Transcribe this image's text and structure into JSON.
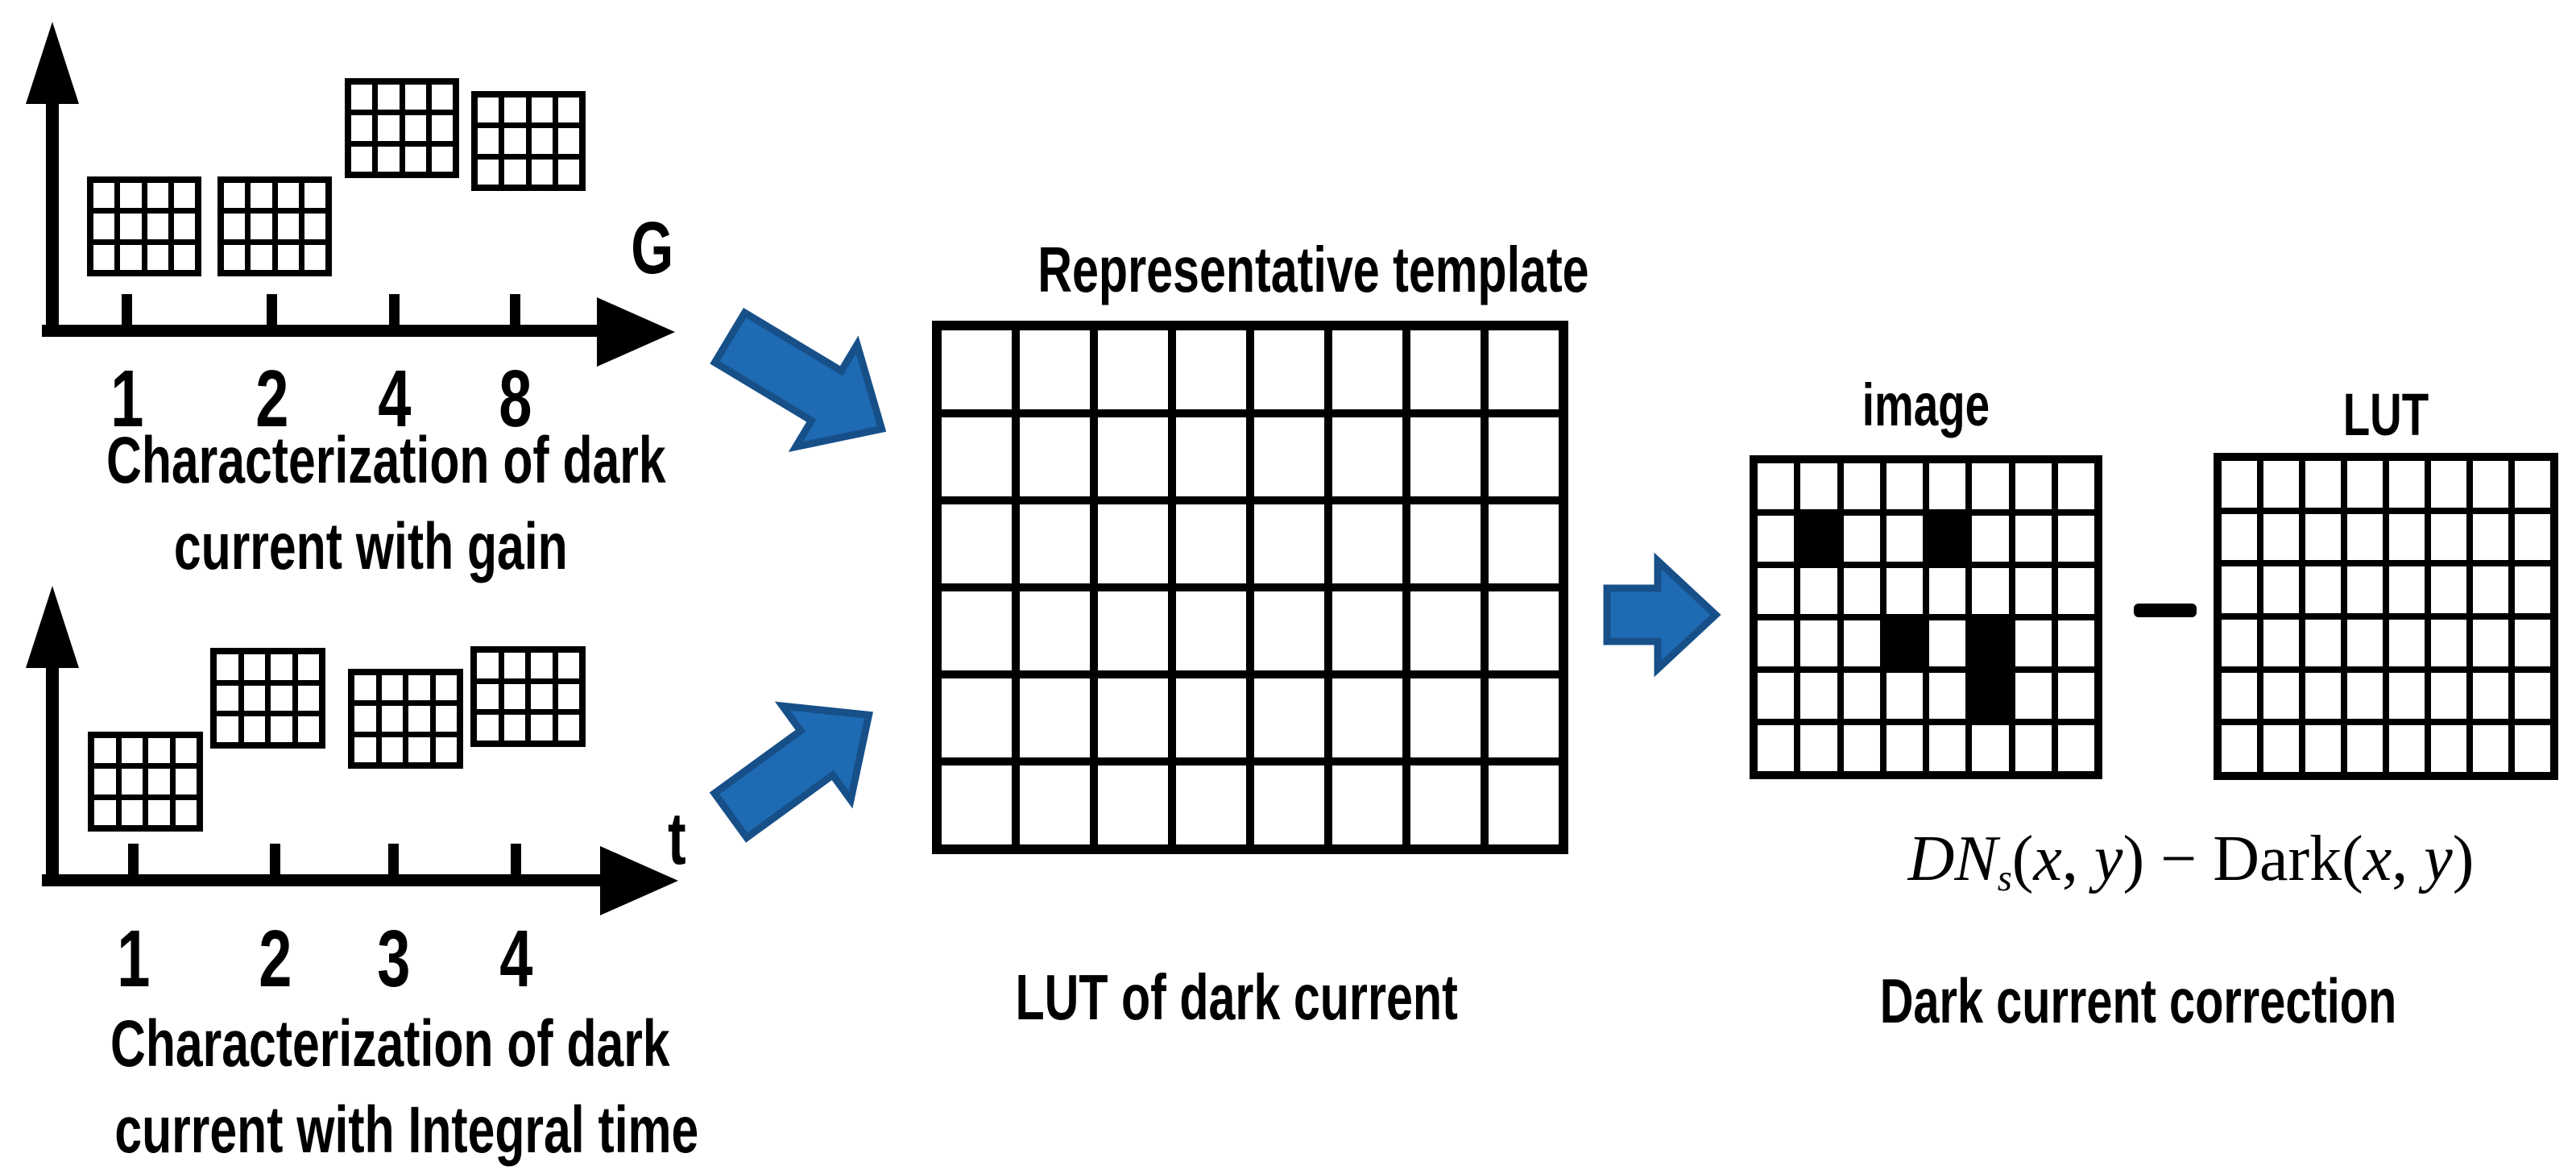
{
  "colors": {
    "background": "#FFFFFF",
    "ink": "#000000",
    "arrow_fill": "#1E6AB3",
    "arrow_stroke": "#175089"
  },
  "gain_chart": {
    "axis_label": "G",
    "tick_labels": [
      "1",
      "2",
      "4",
      "8"
    ],
    "caption": [
      "Characterization of dark",
      "current with gain"
    ]
  },
  "time_chart": {
    "axis_label": "t",
    "tick_labels": [
      "1",
      "2",
      "3",
      "4"
    ],
    "caption": [
      "Characterization of dark",
      "current with Integral time"
    ]
  },
  "mini_grid": {
    "cols": 4,
    "rows": 3,
    "black_cells": []
  },
  "template_panel": {
    "title": "Representative template",
    "caption": "LUT of dark current",
    "grid": {
      "cols": 8,
      "rows": 6,
      "black_cells": []
    }
  },
  "correction_panel": {
    "image_label": "image",
    "lut_label": "LUT",
    "caption": "Dark current correction",
    "image_grid": {
      "cols": 8,
      "rows": 6,
      "black_cells": [
        [
          2,
          2
        ],
        [
          2,
          5
        ],
        [
          4,
          4
        ],
        [
          4,
          6
        ],
        [
          5,
          6
        ]
      ]
    },
    "lut_grid": {
      "cols": 8,
      "rows": 6,
      "black_cells": []
    },
    "formula": {
      "base1": "DN",
      "sub1": "s",
      "open": "(",
      "var_x": "x",
      "comma": ", ",
      "var_y": "y",
      "close": ")",
      "minus": " − ",
      "base2": "Dark"
    }
  }
}
